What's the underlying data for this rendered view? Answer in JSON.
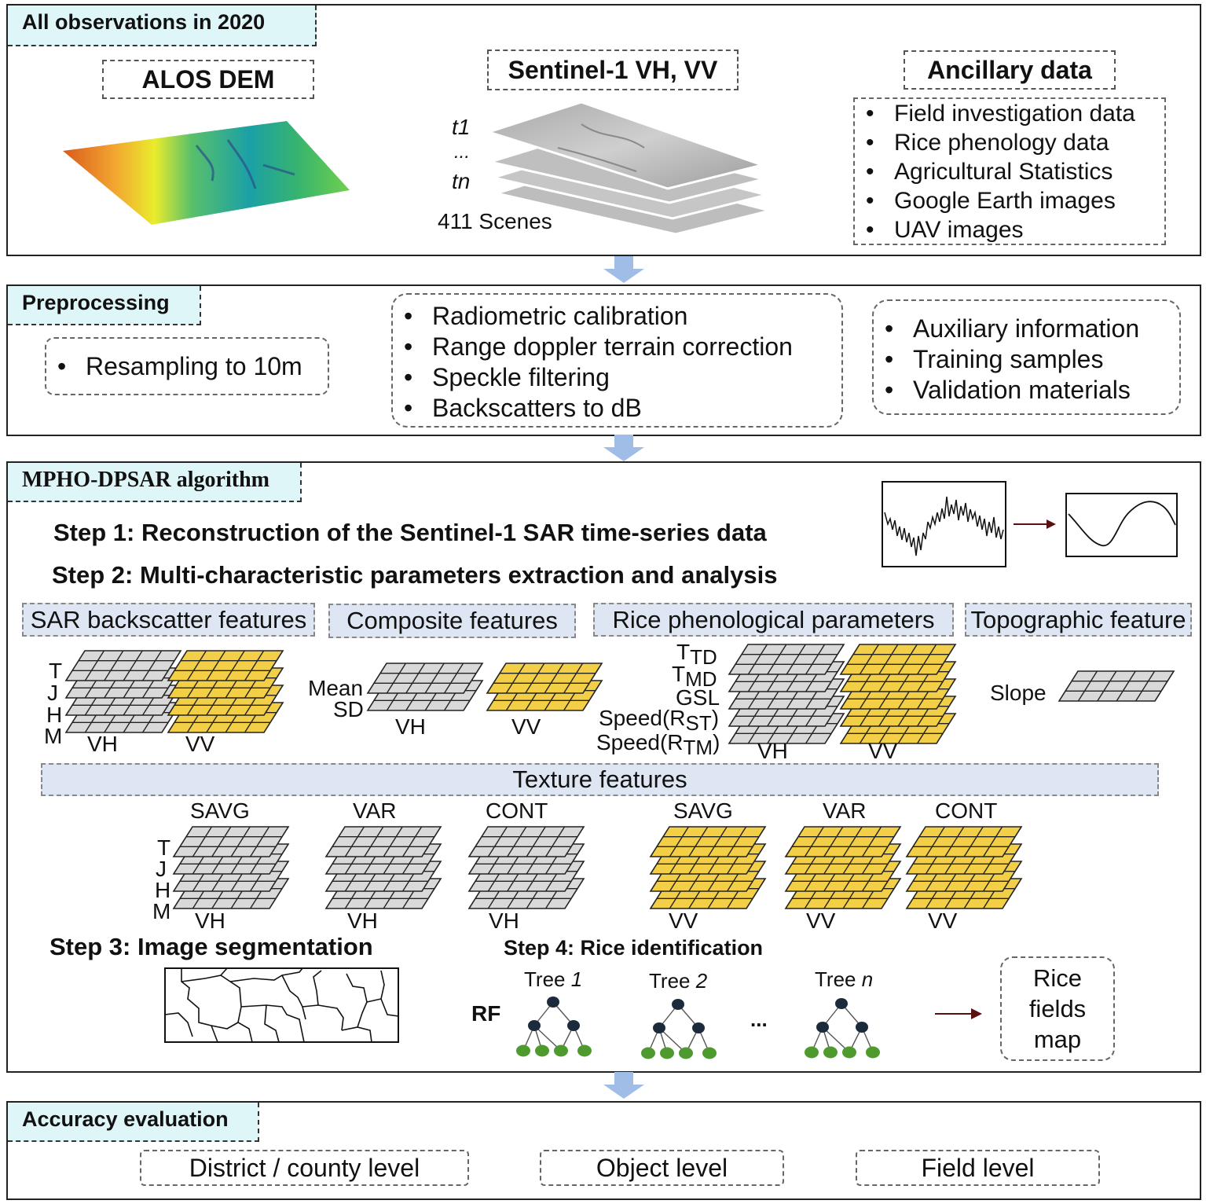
{
  "colors": {
    "tag_bg": "#dff6f8",
    "feature_bg": "#dde6f2",
    "grid_gray": "#d9d9d9",
    "grid_yellow": "#f2cf46",
    "flow_arrow": "#9fbde6",
    "tree_node": "#1c2b3c",
    "tree_leaf": "#4e9a2e"
  },
  "observations": {
    "tag": "All observations in 2020",
    "alos_title": "ALOS  DEM",
    "sentinel_title": "Sentinel-1 VH, VV",
    "t1": "t1",
    "dots": "...",
    "tn": "tn",
    "scenes": "411 Scenes",
    "ancillary_title": "Ancillary data",
    "ancillary_items": [
      "Field investigation data",
      "Rice phenology data",
      "Agricultural Statistics",
      "Google Earth images",
      "UAV images"
    ]
  },
  "preprocessing": {
    "tag": "Preprocessing",
    "dem_items": [
      "Resampling to 10m"
    ],
    "sar_items": [
      "Radiometric calibration",
      "Range doppler terrain correction",
      "Speckle filtering",
      "Backscatters to dB"
    ],
    "aux_items": [
      "Auxiliary information",
      "Training samples",
      "Validation materials"
    ]
  },
  "algorithm": {
    "tag": "MPHO-DPSAR algorithm",
    "step1": "Step 1:  Reconstruction of the Sentinel-1 SAR time-series data",
    "step2": "Step 2:  Multi-characteristic parameters extraction and analysis",
    "features": [
      "SAR backscatter features",
      "Composite features",
      "Rice phenological parameters",
      "Topographic feature"
    ],
    "backscatter_letters": [
      "T",
      "J",
      "H",
      "M"
    ],
    "composite_labels": [
      "Mean",
      "SD"
    ],
    "phenology_labels": {
      "ttd": [
        "T",
        "TD"
      ],
      "tmd": [
        "T",
        "MD"
      ],
      "gsl": "GSL",
      "rst": [
        "Speed(R",
        "ST",
        ")"
      ],
      "rtm": [
        "Speed(R",
        "TM",
        ")"
      ]
    },
    "slope": "Slope",
    "vh": "VH",
    "vv": "VV",
    "texture_title": "Texture features",
    "texture_names": [
      "SAVG",
      "VAR",
      "CONT",
      "SAVG",
      "VAR",
      "CONT"
    ],
    "step3": "Step 3:  Image segmentation",
    "step4": "Step 4:  Rice identification",
    "rf": "RF",
    "tree_labels": [
      [
        "Tree ",
        "1"
      ],
      [
        "Tree ",
        "2"
      ],
      [
        "Tree ",
        "n"
      ]
    ],
    "ellipsis": "...",
    "output": [
      "Rice",
      "fields",
      "map"
    ]
  },
  "accuracy": {
    "tag": "Accuracy evaluation",
    "levels": [
      "District / county level",
      "Object level",
      "Field level"
    ]
  }
}
